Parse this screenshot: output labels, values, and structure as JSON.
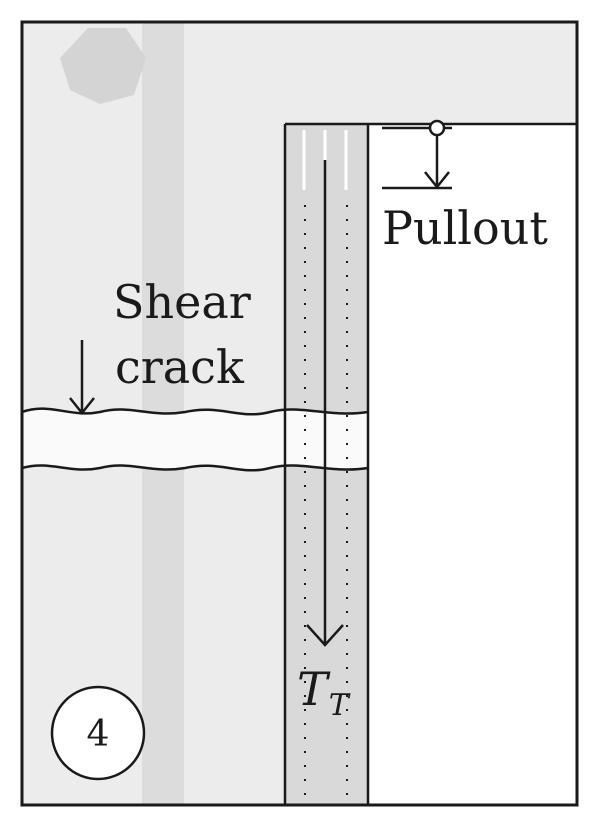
{
  "labels": {
    "pullout": "Pullout",
    "shear_line1": "Shear",
    "shear_line2": "crack",
    "tension_symbol": "T",
    "tension_subscript": "T",
    "stage_number": "4"
  },
  "colors": {
    "concrete": "#ececec",
    "column_band": "#dcdcdc",
    "bar": "#d9d9d9",
    "crack_gap": "#fafafa",
    "ink": "#1a1a1a",
    "aggregate": "#d4d4d4"
  }
}
